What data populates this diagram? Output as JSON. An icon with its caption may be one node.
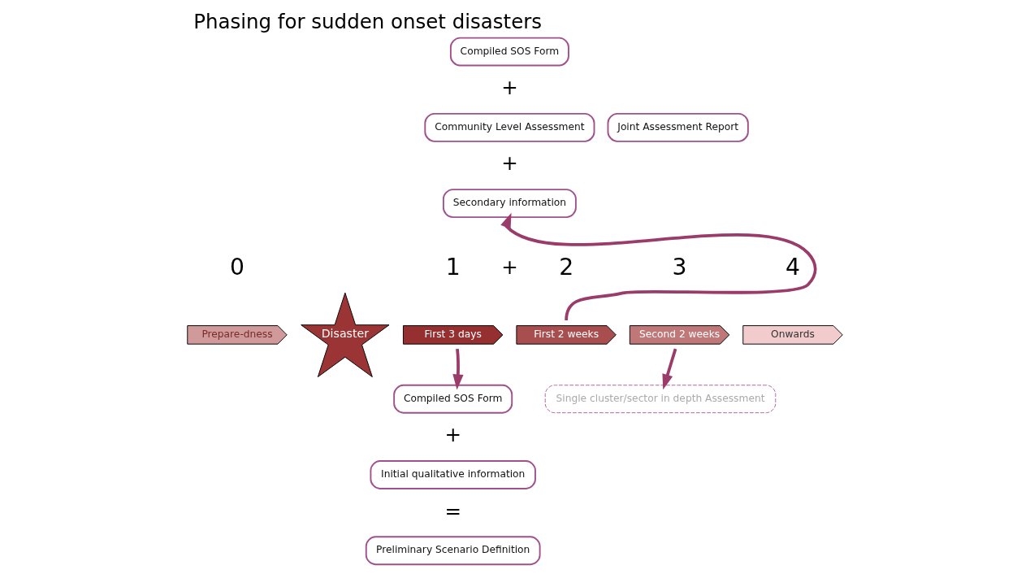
{
  "diagram": {
    "title": "Phasing for sudden onset disasters",
    "nodes": [
      {
        "text": [
          "Prepare-dness"
        ],
        "beside": [
          "0"
        ]
      },
      {
        "text": [
          "Disaster"
        ]
      },
      {
        "text": [
          "First 3 days"
        ],
        "beside": [
          "1"
        ]
      },
      {
        "text": [
          "First 2 weeks"
        ],
        "beside": [
          "2"
        ]
      },
      {
        "text": [
          "Second 2 weeks"
        ],
        "beside": [
          "3"
        ]
      },
      {
        "text": [
          "Onwards"
        ],
        "beside": [
          "4"
        ]
      },
      {
        "text": [
          "Compiled SOS Form"
        ]
      },
      {
        "text": [
          "Community Level Assessment"
        ]
      },
      {
        "text": [
          "Secondary information"
        ]
      },
      {
        "text": [
          "Joint Assessment Report"
        ]
      },
      {
        "text": [
          "Compiled SOS Form"
        ]
      },
      {
        "text": [
          "Initial qualitative information"
        ]
      },
      {
        "text": [
          "Preliminary Scenario Definition"
        ]
      },
      {
        "text": [
          "Single cluster/sector in depth Assessment"
        ]
      }
    ],
    "edges": [
      {
        "from": 2,
        "to": 10,
        "arrow": "to"
      },
      {
        "from": 3,
        "to": 8,
        "arrow": "to"
      },
      {
        "from": 4,
        "to": 13,
        "arrow": "to"
      }
    ],
    "labels": [
      "+",
      "+",
      "+",
      "+",
      "="
    ]
  }
}
